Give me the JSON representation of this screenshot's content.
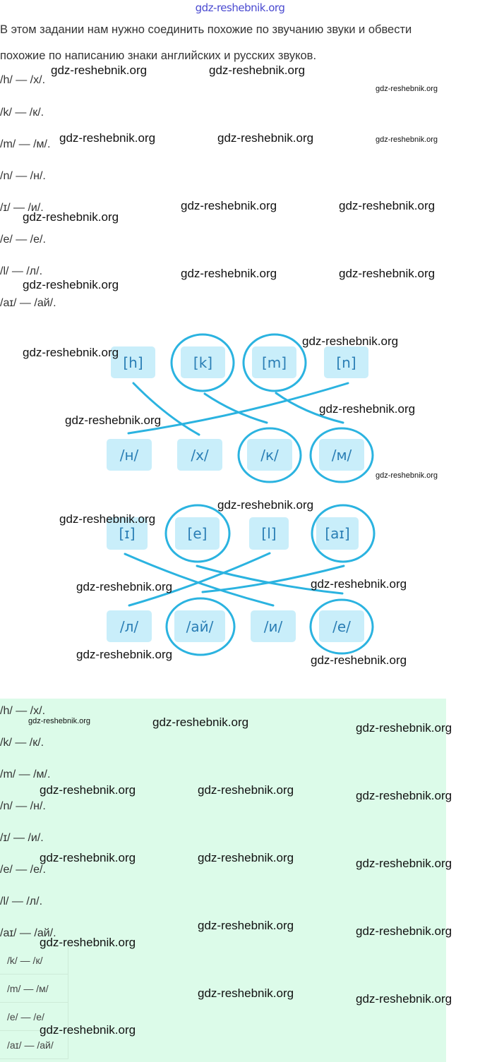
{
  "site_logo": "gdz-reshebnik.org",
  "intro": {
    "line1": "В этом задании нам нужно соединить похожие по звучанию звуки и обвести",
    "line2": "похожие по написанию знаки английских и русских звуков."
  },
  "pairs_top": [
    "/h/ — /x/.",
    "/k/ — /к/.",
    "/m/ — /м/.",
    "/n/ — /н/.",
    "/ɪ/ — /и/.",
    "/e/ — /е/.",
    "/l/ — /л/.",
    "/aɪ/ — /ай/."
  ],
  "diagram1": {
    "english": [
      "[h]",
      "[k]",
      "[m]",
      "[n]"
    ],
    "russian": [
      "/н/",
      "/х/",
      "/к/",
      "/м/"
    ]
  },
  "diagram2": {
    "english": [
      "[ɪ]",
      "[e]",
      "[l]",
      "[aɪ]"
    ],
    "russian": [
      "/л/",
      "/ай/",
      "/и/",
      "/е/"
    ]
  },
  "answer": {
    "pairs": [
      "/h/ — /x/.",
      "/k/ — /к/.",
      "/m/ — /м/.",
      "/n/ — /н/.",
      "/ɪ/ — /и/.",
      "/e/ — /е/.",
      "/l/ — /л/.",
      "/aɪ/ — /ай/."
    ],
    "table": [
      "/k/ — /к/",
      "/m/ — /м/",
      "/e/ — /е/",
      "/aɪ/ — /ай/"
    ]
  },
  "watermark": "gdz-reshebnik.org",
  "colors": {
    "line": "#2bb3e0",
    "tile": "#c9eefa",
    "tile_text": "#2a7eb5",
    "answer_bg": "#dcfbe9"
  }
}
